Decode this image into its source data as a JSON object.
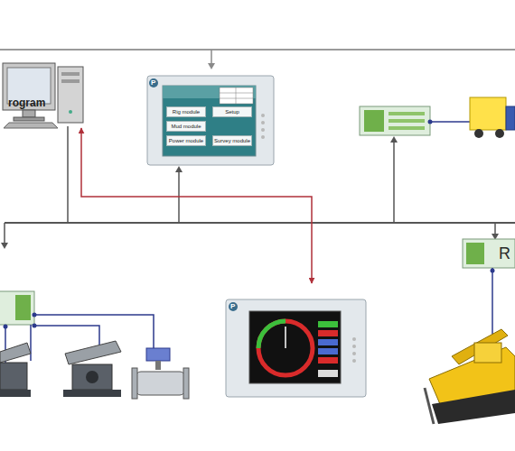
{
  "diagram": {
    "nodes": [
      {
        "text": [
          "rogram"
        ]
      },
      {
        "text": [
          "P"
        ]
      },
      {
        "text": [
          "Rig module"
        ],
        "in": 1
      },
      {
        "text": [
          "Setup"
        ],
        "in": 1
      },
      {
        "text": [
          "Mud module"
        ],
        "in": 1
      },
      {
        "text": [
          "Power module"
        ],
        "in": 1
      },
      {
        "text": [
          "Survey module"
        ],
        "in": 1
      },
      {
        "text": [
          "R"
        ]
      },
      {
        "text": [
          "P"
        ]
      }
    ],
    "edges": [
      {
        "from": 0,
        "to": 8,
        "arrow": "both"
      }
    ]
  }
}
